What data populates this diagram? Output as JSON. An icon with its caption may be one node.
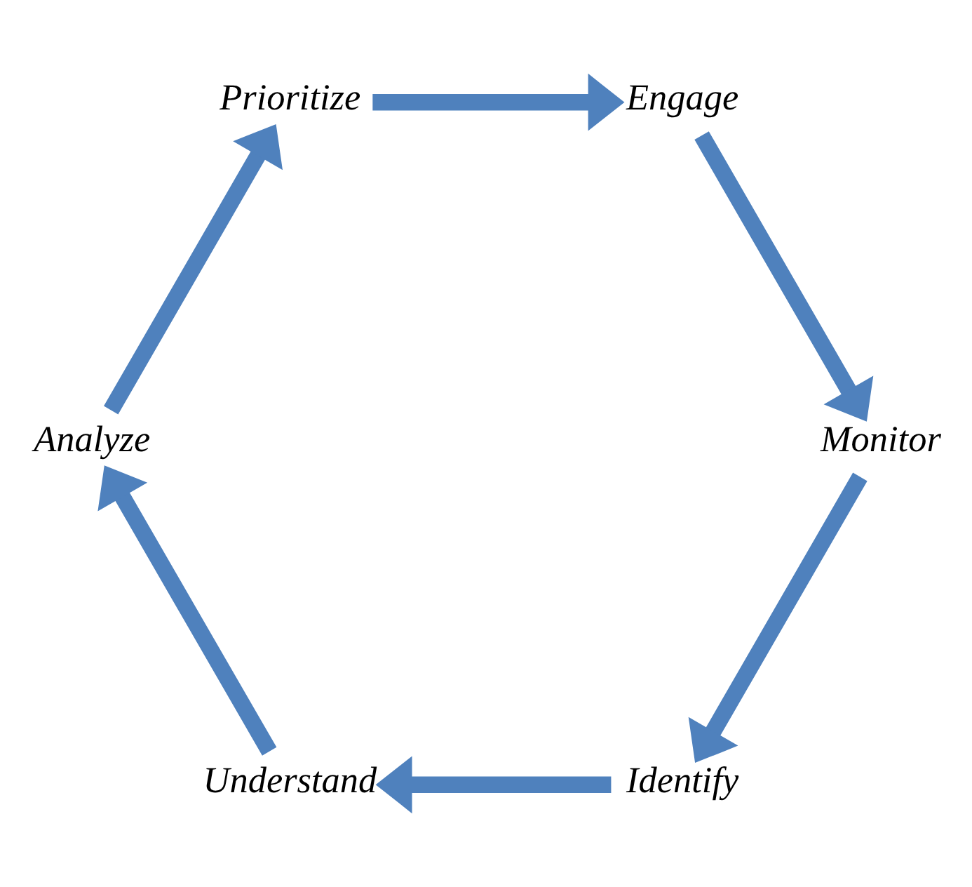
{
  "diagram": {
    "nodes": [
      {
        "text": [
          "Identify"
        ]
      },
      {
        "text": [
          "Understand"
        ]
      },
      {
        "text": [
          "Analyze"
        ]
      },
      {
        "text": [
          "Prioritize"
        ]
      },
      {
        "text": [
          "Engage"
        ]
      },
      {
        "text": [
          "Monitor"
        ]
      }
    ],
    "edges": [
      {
        "from": 0,
        "to": 1,
        "arrow": "to"
      },
      {
        "from": 1,
        "to": 2,
        "arrow": "to"
      },
      {
        "from": 2,
        "to": 3,
        "arrow": "to"
      },
      {
        "from": 3,
        "to": 4,
        "arrow": "to"
      },
      {
        "from": 4,
        "to": 5,
        "arrow": "to"
      },
      {
        "from": 5,
        "to": 0,
        "arrow": "to"
      }
    ]
  }
}
